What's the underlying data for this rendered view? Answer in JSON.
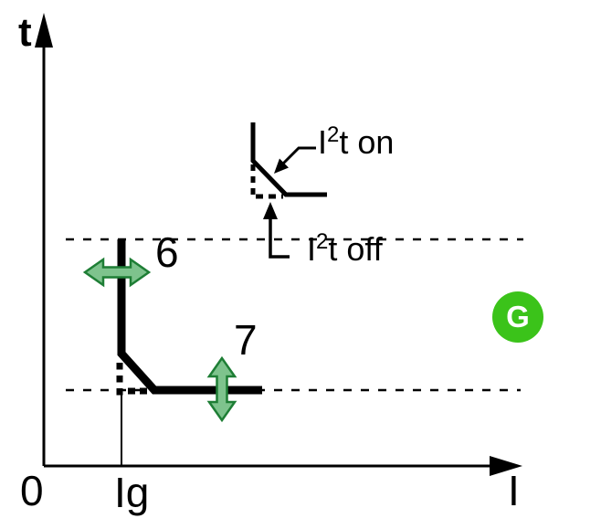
{
  "figure": {
    "background": "#ffffff",
    "colors": {
      "line": "#000000",
      "arrow_fill": "#7ec38d",
      "arrow_stroke": "#1e7e35",
      "badge_bg": "#3bc31a",
      "badge_text": "#ffffff"
    },
    "axes": {
      "y_label": "t",
      "x_label": "I",
      "origin_label": "0",
      "x_tick_label": "Ig"
    },
    "annotations": {
      "setting_6": "6",
      "setting_7": "7",
      "i2t_on": {
        "base": "I",
        "sup": "2",
        "rest": "t on"
      },
      "i2t_off": {
        "base": "I",
        "sup": "2",
        "rest": "t off"
      },
      "badge": "G"
    }
  }
}
